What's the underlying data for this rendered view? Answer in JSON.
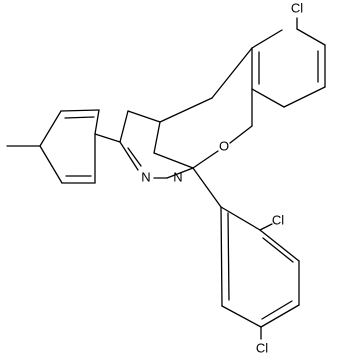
{
  "structure": {
    "atoms": {
      "cl_top": "Cl",
      "o_ring": "O",
      "n_imine": "N",
      "n_ring": "N",
      "cl_ortho": "Cl",
      "cl_para": "Cl"
    }
  },
  "colors": {
    "bond": "#000000",
    "text": "#000000",
    "background": "#ffffff"
  }
}
